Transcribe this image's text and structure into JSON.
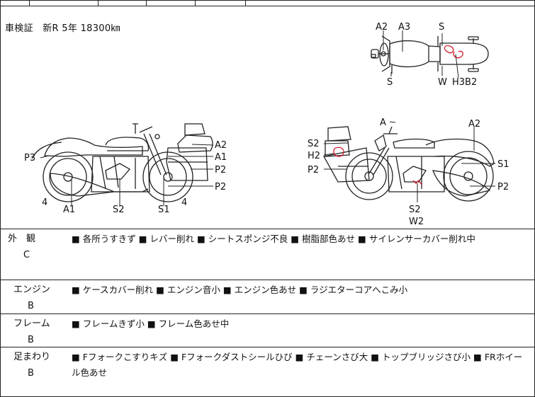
{
  "registration": "車検証　新R 5年 18300㎞",
  "diagram_labels": {
    "top_view": [
      "A2",
      "A3",
      "S",
      "S",
      "W",
      "H3B2"
    ],
    "left_side": [
      "P3",
      "A2",
      "A1",
      "P2",
      "P2",
      "4",
      "A1",
      "S2",
      "S1",
      "4"
    ],
    "right_side": [
      "A",
      "A2",
      "S2",
      "H2",
      "P2",
      "S1",
      "P2",
      "S2",
      "W2"
    ]
  },
  "conditions": [
    {
      "label": "外　観",
      "grade": "C",
      "text": "■ 各所うすきず ■ レバー削れ ■ シートスポンジ不良 ■ 樹脂部色あせ ■ サイレンサーカバー削れ中"
    },
    {
      "label": "エンジン",
      "grade": "B",
      "text": "■ ケースカバー削れ ■ エンジン音小 ■ エンジン色あせ ■ ラジエターコアへこみ小"
    },
    {
      "label": "フレーム",
      "grade": "B",
      "text": "■ フレームきず小 ■ フレーム色あせ中"
    },
    {
      "label": "足まわり",
      "grade": "B",
      "text": "■ Fフォークこすりキズ ■ Fフォークダストシールひび ■ チェーンさび大 ■ トップブリッジさび小 ■ FRホイール色あせ"
    }
  ],
  "colors": {
    "damage_mark": "#d11a2a",
    "line": "#222222"
  }
}
